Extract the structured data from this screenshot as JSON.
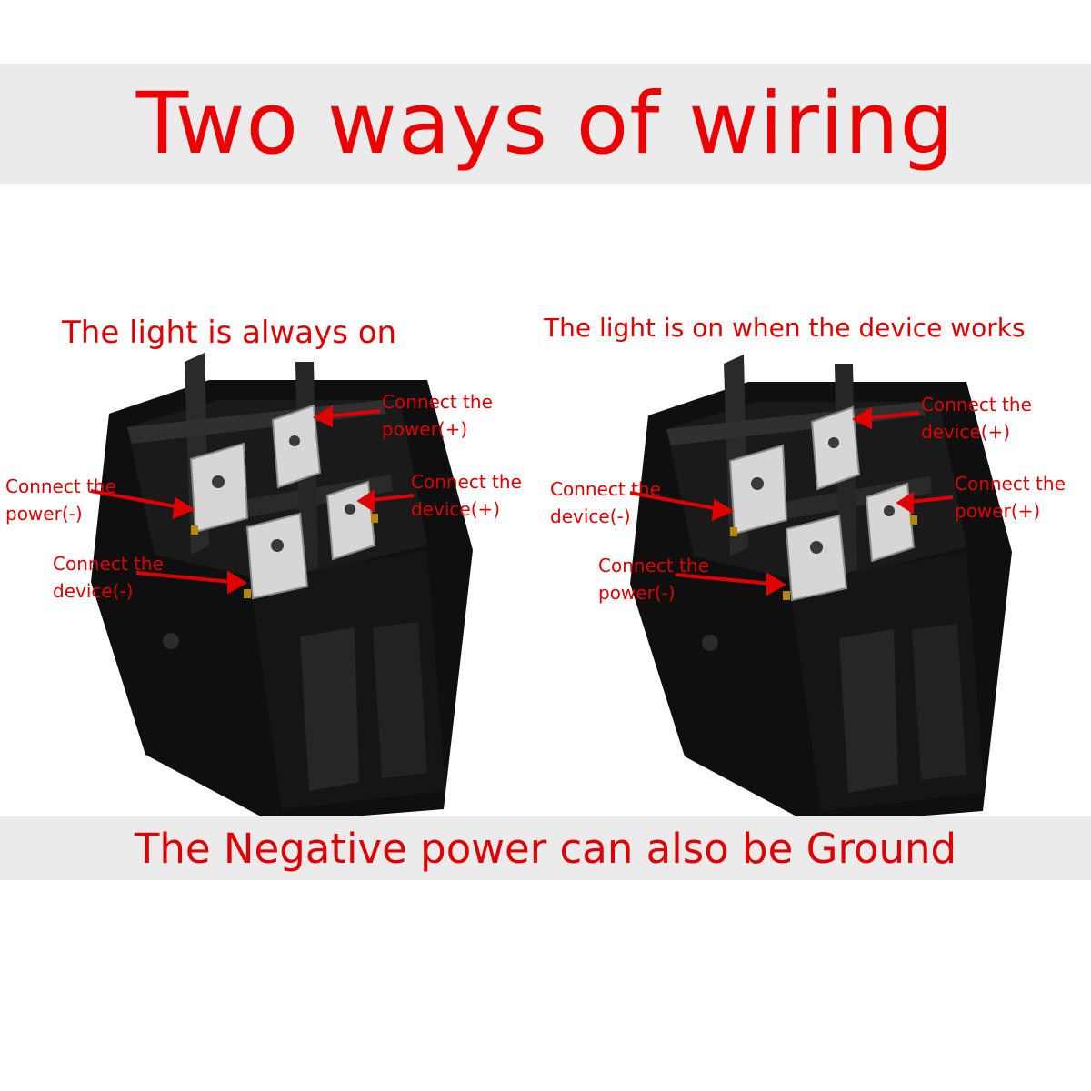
{
  "title": "Two ways of wiring",
  "footer": "The Negative power can also be Ground",
  "colors": {
    "accent": "#e00000",
    "band": "#ebebeb",
    "switch_body": "#111111",
    "terminal": "#d4d4d4"
  },
  "panels": [
    {
      "heading": "The light is always on",
      "labels": {
        "top_right": [
          "Connect the",
          "power(+)"
        ],
        "mid_left": [
          "Connect the",
          "power(-)"
        ],
        "mid_right": [
          "Connect the",
          "device(+)"
        ],
        "bottom": [
          "Connect the",
          "device(-)"
        ]
      }
    },
    {
      "heading": "The light is on when the device works",
      "labels": {
        "top_right": [
          "Connect the",
          "device(+)"
        ],
        "mid_left": [
          "Connect the",
          "device(-)"
        ],
        "mid_right": [
          "Connect the",
          "power(+)"
        ],
        "bottom": [
          "Connect the",
          "power(-)"
        ]
      }
    }
  ]
}
